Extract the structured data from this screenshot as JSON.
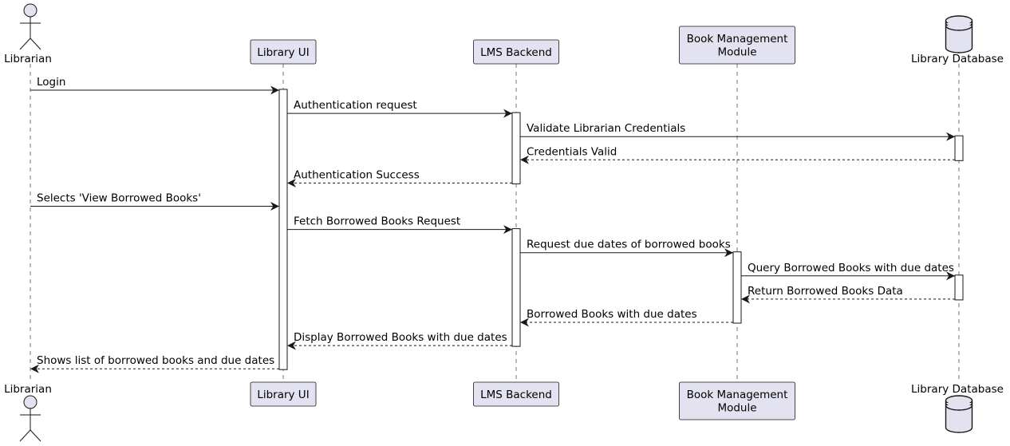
{
  "participants": [
    {
      "id": "librarian",
      "kind": "actor",
      "label": [
        "Librarian"
      ]
    },
    {
      "id": "ui",
      "kind": "participant",
      "label": [
        "Library UI"
      ]
    },
    {
      "id": "backend",
      "kind": "participant",
      "label": [
        "LMS Backend"
      ]
    },
    {
      "id": "bmm",
      "kind": "participant",
      "label": [
        "Book Management",
        "Module"
      ]
    },
    {
      "id": "db",
      "kind": "database",
      "label": [
        "Library Database"
      ]
    }
  ],
  "messages": [
    {
      "from": "librarian",
      "to": "ui",
      "text": "Login",
      "dashed": false
    },
    {
      "from": "ui",
      "to": "backend",
      "text": "Authentication request",
      "dashed": false
    },
    {
      "from": "backend",
      "to": "db",
      "text": "Validate Librarian Credentials",
      "dashed": false
    },
    {
      "from": "db",
      "to": "backend",
      "text": "Credentials Valid",
      "dashed": true
    },
    {
      "from": "backend",
      "to": "ui",
      "text": "Authentication Success",
      "dashed": true
    },
    {
      "from": "librarian",
      "to": "ui",
      "text": "Selects 'View Borrowed Books'",
      "dashed": false
    },
    {
      "from": "ui",
      "to": "backend",
      "text": "Fetch Borrowed Books Request",
      "dashed": false
    },
    {
      "from": "backend",
      "to": "bmm",
      "text": "Request due dates of borrowed books",
      "dashed": false
    },
    {
      "from": "bmm",
      "to": "db",
      "text": "Query Borrowed Books with due dates",
      "dashed": false
    },
    {
      "from": "db",
      "to": "bmm",
      "text": "Return Borrowed Books Data",
      "dashed": true
    },
    {
      "from": "bmm",
      "to": "backend",
      "text": "Borrowed Books with due dates",
      "dashed": true
    },
    {
      "from": "backend",
      "to": "ui",
      "text": "Display Borrowed Books with due dates",
      "dashed": true
    },
    {
      "from": "ui",
      "to": "librarian",
      "text": "Shows list of borrowed books and due dates",
      "dashed": true
    }
  ],
  "activations": [
    {
      "on": "ui",
      "from_msg": 0,
      "to_msg": 12
    },
    {
      "on": "backend",
      "from_msg": 1,
      "to_msg": 4
    },
    {
      "on": "db",
      "from_msg": 2,
      "to_msg": 3
    },
    {
      "on": "backend",
      "from_msg": 6,
      "to_msg": 11
    },
    {
      "on": "bmm",
      "from_msg": 7,
      "to_msg": 10
    },
    {
      "on": "db",
      "from_msg": 8,
      "to_msg": 9
    }
  ],
  "colors": {
    "participant_fill": "#E2E2F0",
    "line": "#181818"
  }
}
